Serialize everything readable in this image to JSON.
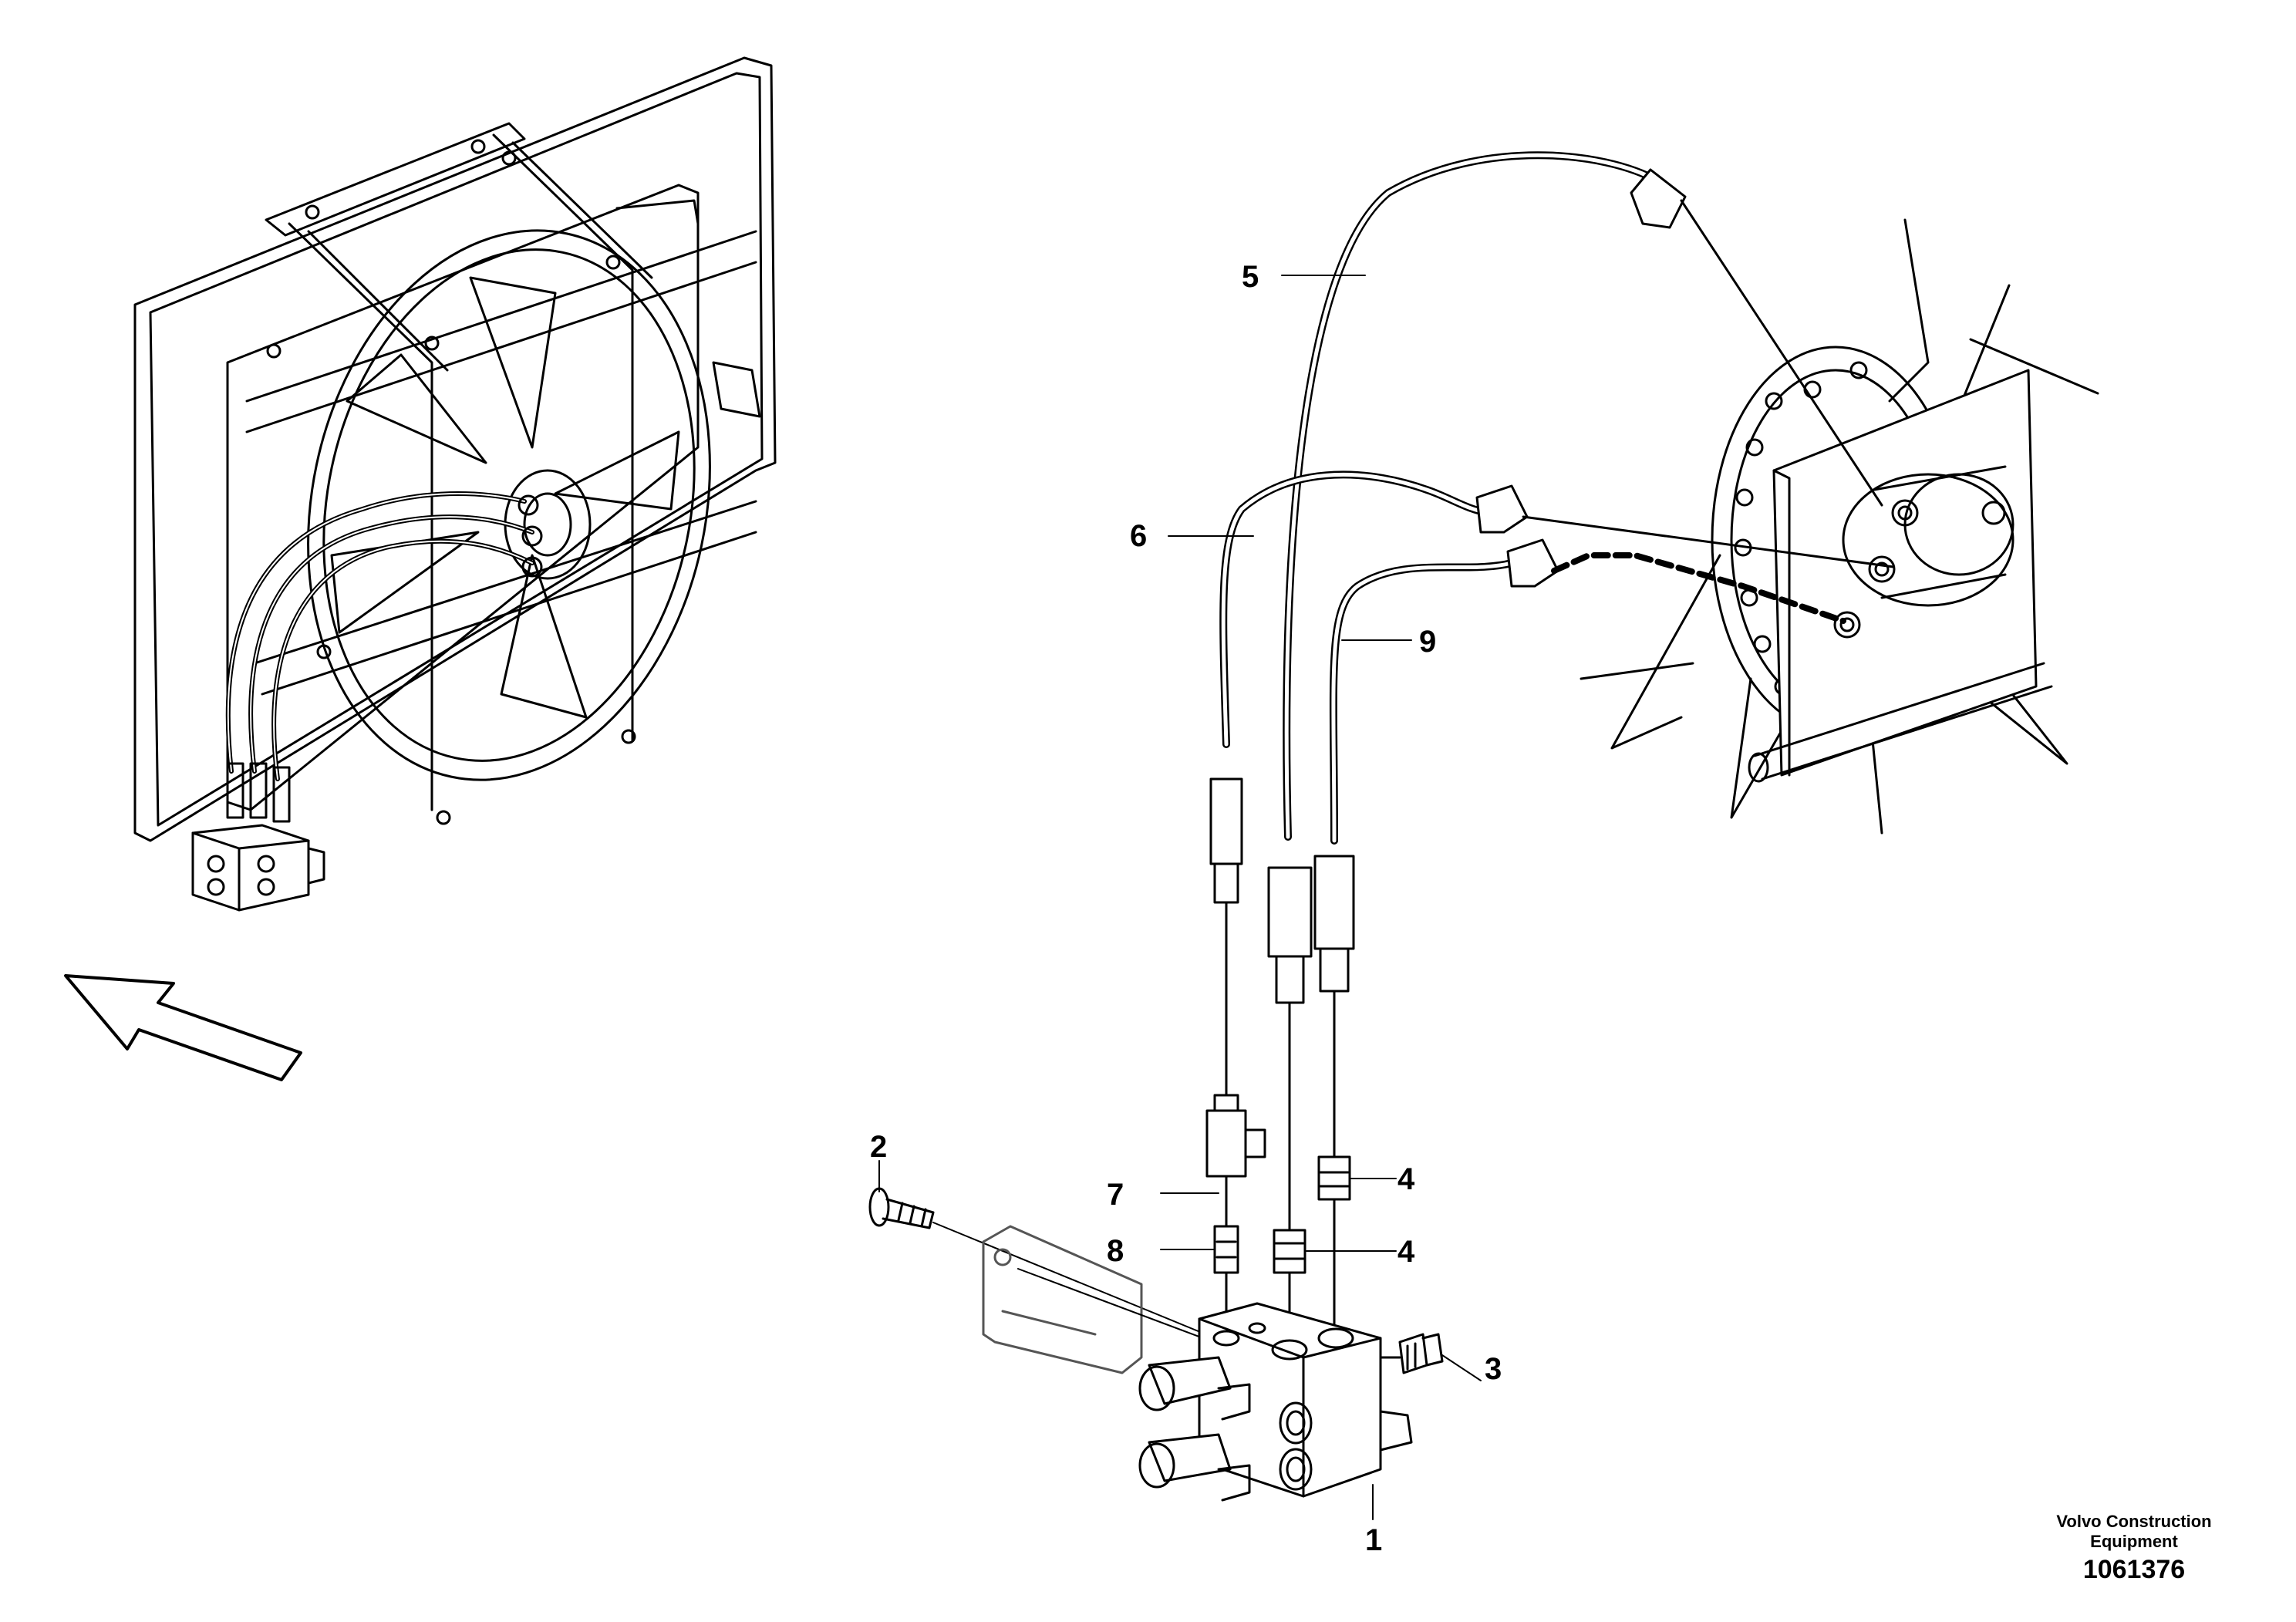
{
  "callouts": {
    "c1": "1",
    "c2": "2",
    "c3": "3",
    "c4a": "4",
    "c4b": "4",
    "c5": "5",
    "c6": "6",
    "c7": "7",
    "c8": "8",
    "c9": "9"
  },
  "footer": {
    "brand_line1": "Volvo Construction",
    "brand_line2": "Equipment",
    "drawing_number": "1061376"
  }
}
